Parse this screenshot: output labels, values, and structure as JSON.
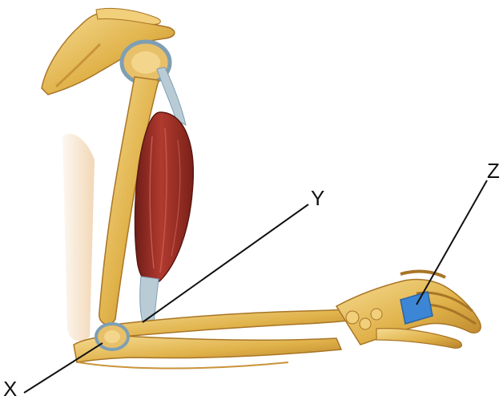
{
  "labels": {
    "x": "X",
    "y": "Y",
    "z": "Z"
  },
  "colors": {
    "background": "#ffffff",
    "bone": "#e0b24a",
    "bone_shadow": "#b9822a",
    "bone_highlight": "#f6dc93",
    "muscle": "#a8322a",
    "muscle_dark": "#6f1d18",
    "tendon_blue": "#8fb3c9",
    "cartilage_blue": "#3d86d6",
    "pointer_line": "#111111"
  }
}
